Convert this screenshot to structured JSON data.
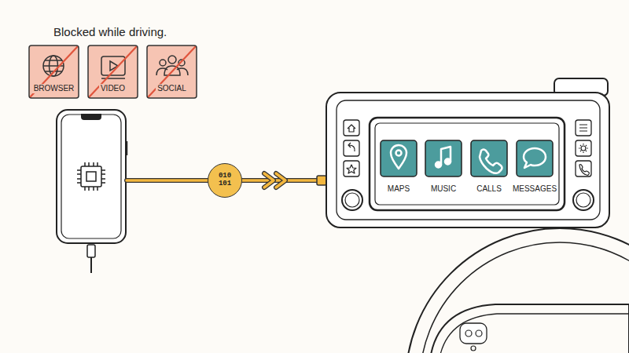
{
  "diagram": {
    "nodes": [
      {
        "text": [
          "BROWSER"
        ]
      },
      {
        "text": [
          "VIDEO"
        ]
      },
      {
        "text": [
          "SOCIAL"
        ]
      },
      {
        "text": [
          "010 101"
        ]
      },
      {
        "text": [
          "MAPS"
        ]
      },
      {
        "text": [
          "MUSIC"
        ]
      },
      {
        "text": [
          "CALLS"
        ]
      },
      {
        "text": [
          "MESSAGES"
        ]
      }
    ],
    "labels": [
      "Blocked while driving."
    ]
  }
}
